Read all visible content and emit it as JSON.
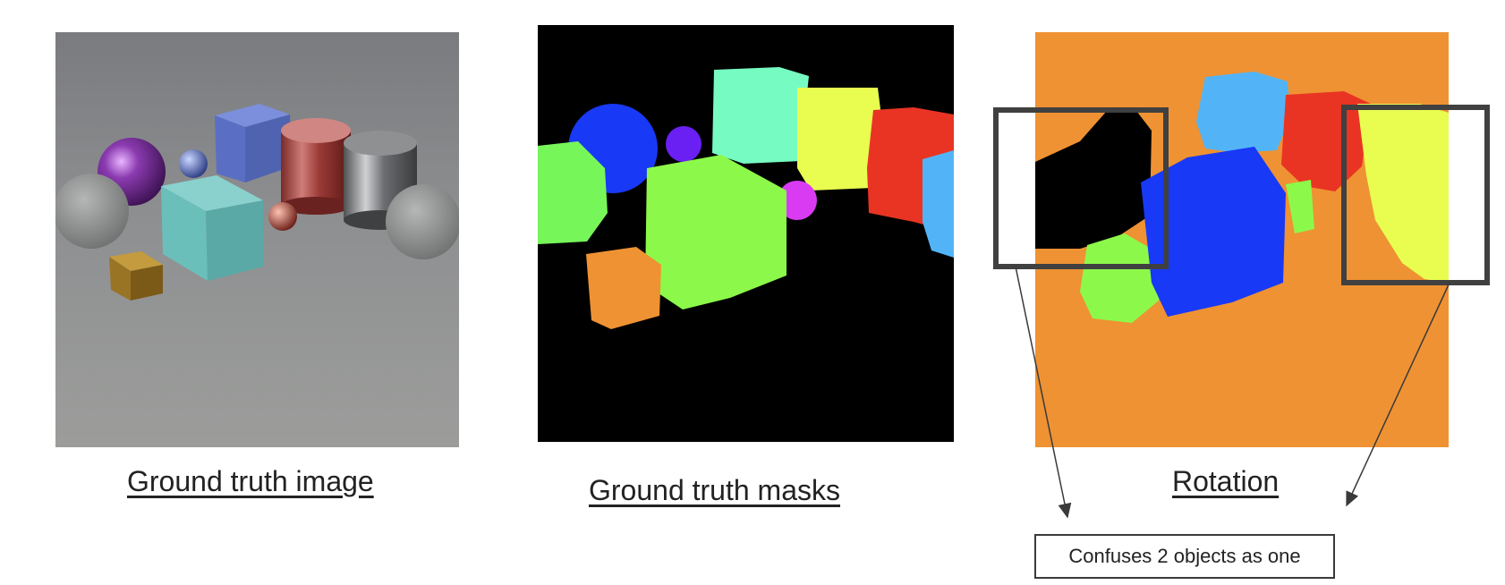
{
  "panels": [
    {
      "caption": "Ground truth image"
    },
    {
      "caption": "Ground truth masks"
    },
    {
      "caption": "Rotation"
    }
  ],
  "callout": {
    "text": "Confuses 2 objects as one"
  },
  "colors": {
    "mask_background": "#000000",
    "rotation_background": "#ef9233",
    "highlight_box": "#404040",
    "teal_cube": "#76fbc2",
    "yellow_cylinder": "#e8fd50",
    "red_cylinder": "#e93423",
    "blue_sphere": "#1839f5",
    "light_blue_sphere": "#52b4f6",
    "green_cube": "#8cf94a",
    "green_sphere": "#77f65a",
    "orange_cube": "#ef9233",
    "magenta_sphere": "#d93bf3",
    "violet_sphere": "#6a20f2"
  }
}
